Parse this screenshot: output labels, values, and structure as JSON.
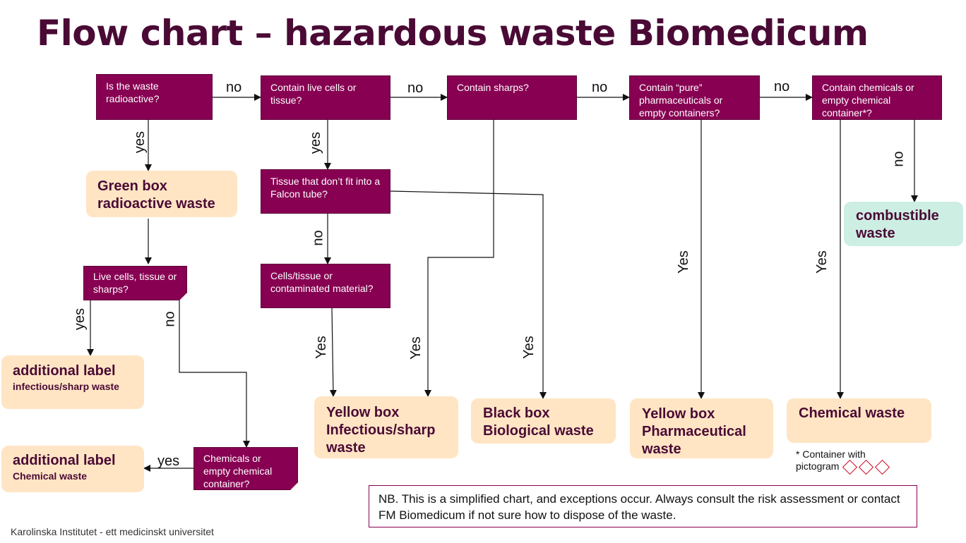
{
  "title": "Flow chart – hazardous waste Biomedicum",
  "questions": {
    "radioactive": "Is the waste radioactive?",
    "live_cells": "Contain live cells or tissue?",
    "sharps": "Contain sharps?",
    "pharma": "Contain “pure” pharmaceuticals or empty containers?",
    "chemicals": "Contain chemicals or empty chemical container*?",
    "falcon": "Tissue that don’t fit into a Falcon tube?",
    "contaminated": "Cells/tissue or contaminated material?",
    "live_cells_sharps": "Live cells, tissue or sharps?",
    "chem_container": "Chemicals or empty chemical container?"
  },
  "outcomes": {
    "green_box": {
      "line1": "Green box",
      "line2": "radioactive waste"
    },
    "combustible": {
      "line1": "combustible",
      "line2": "waste"
    },
    "label_infectious": {
      "title": "additional label",
      "sub": "infectious/sharp waste"
    },
    "label_chemical": {
      "title": "additional label",
      "sub": "Chemical waste"
    },
    "yellow_infectious": {
      "line1": "Yellow box",
      "line2": "Infectious/sharp",
      "line3": "waste"
    },
    "black_box": {
      "line1": "Black box",
      "line2": "Biological waste"
    },
    "yellow_pharma": {
      "line1": "Yellow box",
      "line2": "Pharmaceutical",
      "line3": "waste"
    },
    "chemical_waste": "Chemical waste"
  },
  "labels": {
    "no": "no",
    "yes": "yes",
    "Yes": "Yes"
  },
  "footnote": {
    "line1": "* Container with",
    "line2": "pictogram"
  },
  "pictograms": [
    "hazard-pictogram-skull-icon",
    "hazard-pictogram-health-icon",
    "hazard-pictogram-environment-icon"
  ],
  "note": "NB. This is a simplified chart, and exceptions occur. Always consult the risk assessment or contact FM Biomedicum if not sure how to dispose of the waste.",
  "footer": "Karolinska Institutet - ett medicinskt universitet",
  "colors": {
    "title": "#4a0a35",
    "question_box": "#870052",
    "outcome_box": "#ffe5c4",
    "combustible_box": "#cdeee2",
    "pictogram_border": "#d0021b"
  }
}
